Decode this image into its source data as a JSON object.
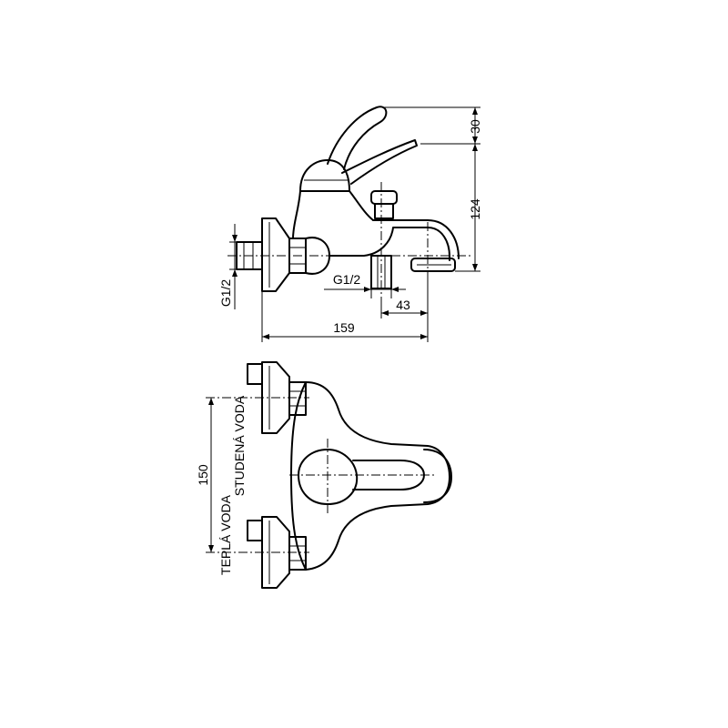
{
  "dimensions": {
    "lever_height": "30",
    "body_height": "124",
    "inlet_thread_left": "G1/2",
    "outlet_thread": "G1/2",
    "outlet_offset": "43",
    "overall_length": "159",
    "inlet_spacing": "150"
  },
  "labels": {
    "hot_water": "TEPLÁ VODA",
    "cold_water": "STUDENÁ VODA"
  }
}
